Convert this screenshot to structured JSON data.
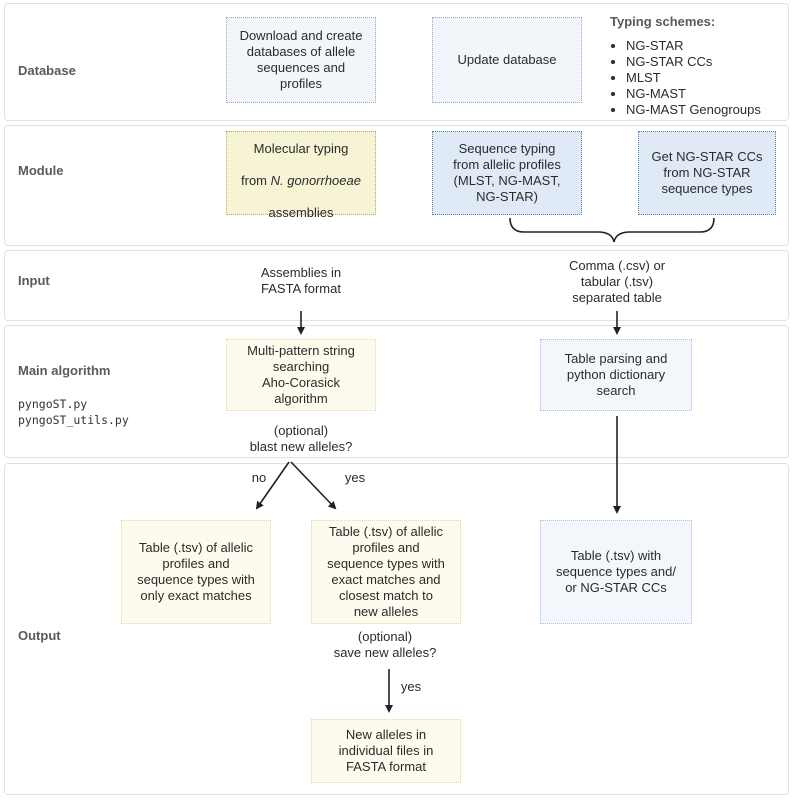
{
  "sections": {
    "database": "Database",
    "module": "Module",
    "input": "Input",
    "main_algorithm": "Main algorithm",
    "output": "Output"
  },
  "code_files": [
    "pyngoST.py",
    "pyngoST_utils.py"
  ],
  "database": {
    "download_box": "Download and create\ndatabases of allele\nsequences and\nprofiles",
    "update_box": "Update database",
    "schemes_title": "Typing schemes:",
    "schemes": [
      "NG-STAR",
      "NG-STAR CCs",
      "MLST",
      "NG-MAST",
      "NG-MAST Genogroups"
    ]
  },
  "module": {
    "molecular_line1": "Molecular typing",
    "molecular_prefix": "from ",
    "molecular_italic": "N. gonorrhoeae",
    "molecular_line3": "assemblies",
    "sequence_typing": "Sequence typing\nfrom allelic profiles\n(MLST, NG-MAST,\nNG-STAR)",
    "ccs": "Get NG-STAR CCs\nfrom NG-STAR\nsequence types"
  },
  "input": {
    "fasta": "Assemblies in\nFASTA format",
    "table": "Comma (.csv) or\ntabular (.tsv)\nseparated table"
  },
  "main_algorithm": {
    "aho": "Multi-pattern string\nsearching\nAho-Corasick\nalgorithm",
    "blast_question": "(optional)\nblast new alleles?",
    "parsing": "Table parsing and\npython dictionary\nsearch"
  },
  "output": {
    "no_label": "no",
    "yes_label": "yes",
    "exact_table": "Table (.tsv) of allelic\nprofiles and\nsequence types with\nonly exact matches",
    "closest_table": "Table (.tsv) of allelic\nprofiles and\nsequence types with\nexact matches and\nclosest match to\nnew alleles",
    "save_question": "(optional)\nsave new alleles?",
    "yes_label2": "yes",
    "new_alleles": "New alleles in\nindividual files in\nFASTA format",
    "st_table": "Table (.tsv) with\nsequence types and/\nor NG-STAR CCs"
  },
  "colors": {
    "grey_box": "#f2f5f9",
    "module_yellow": "#f7f4d6",
    "module_blue": "#dfeaf6",
    "cream_box": "#fdfbee",
    "light_blue_box": "#f3f7fc",
    "arrow": "#222222"
  }
}
